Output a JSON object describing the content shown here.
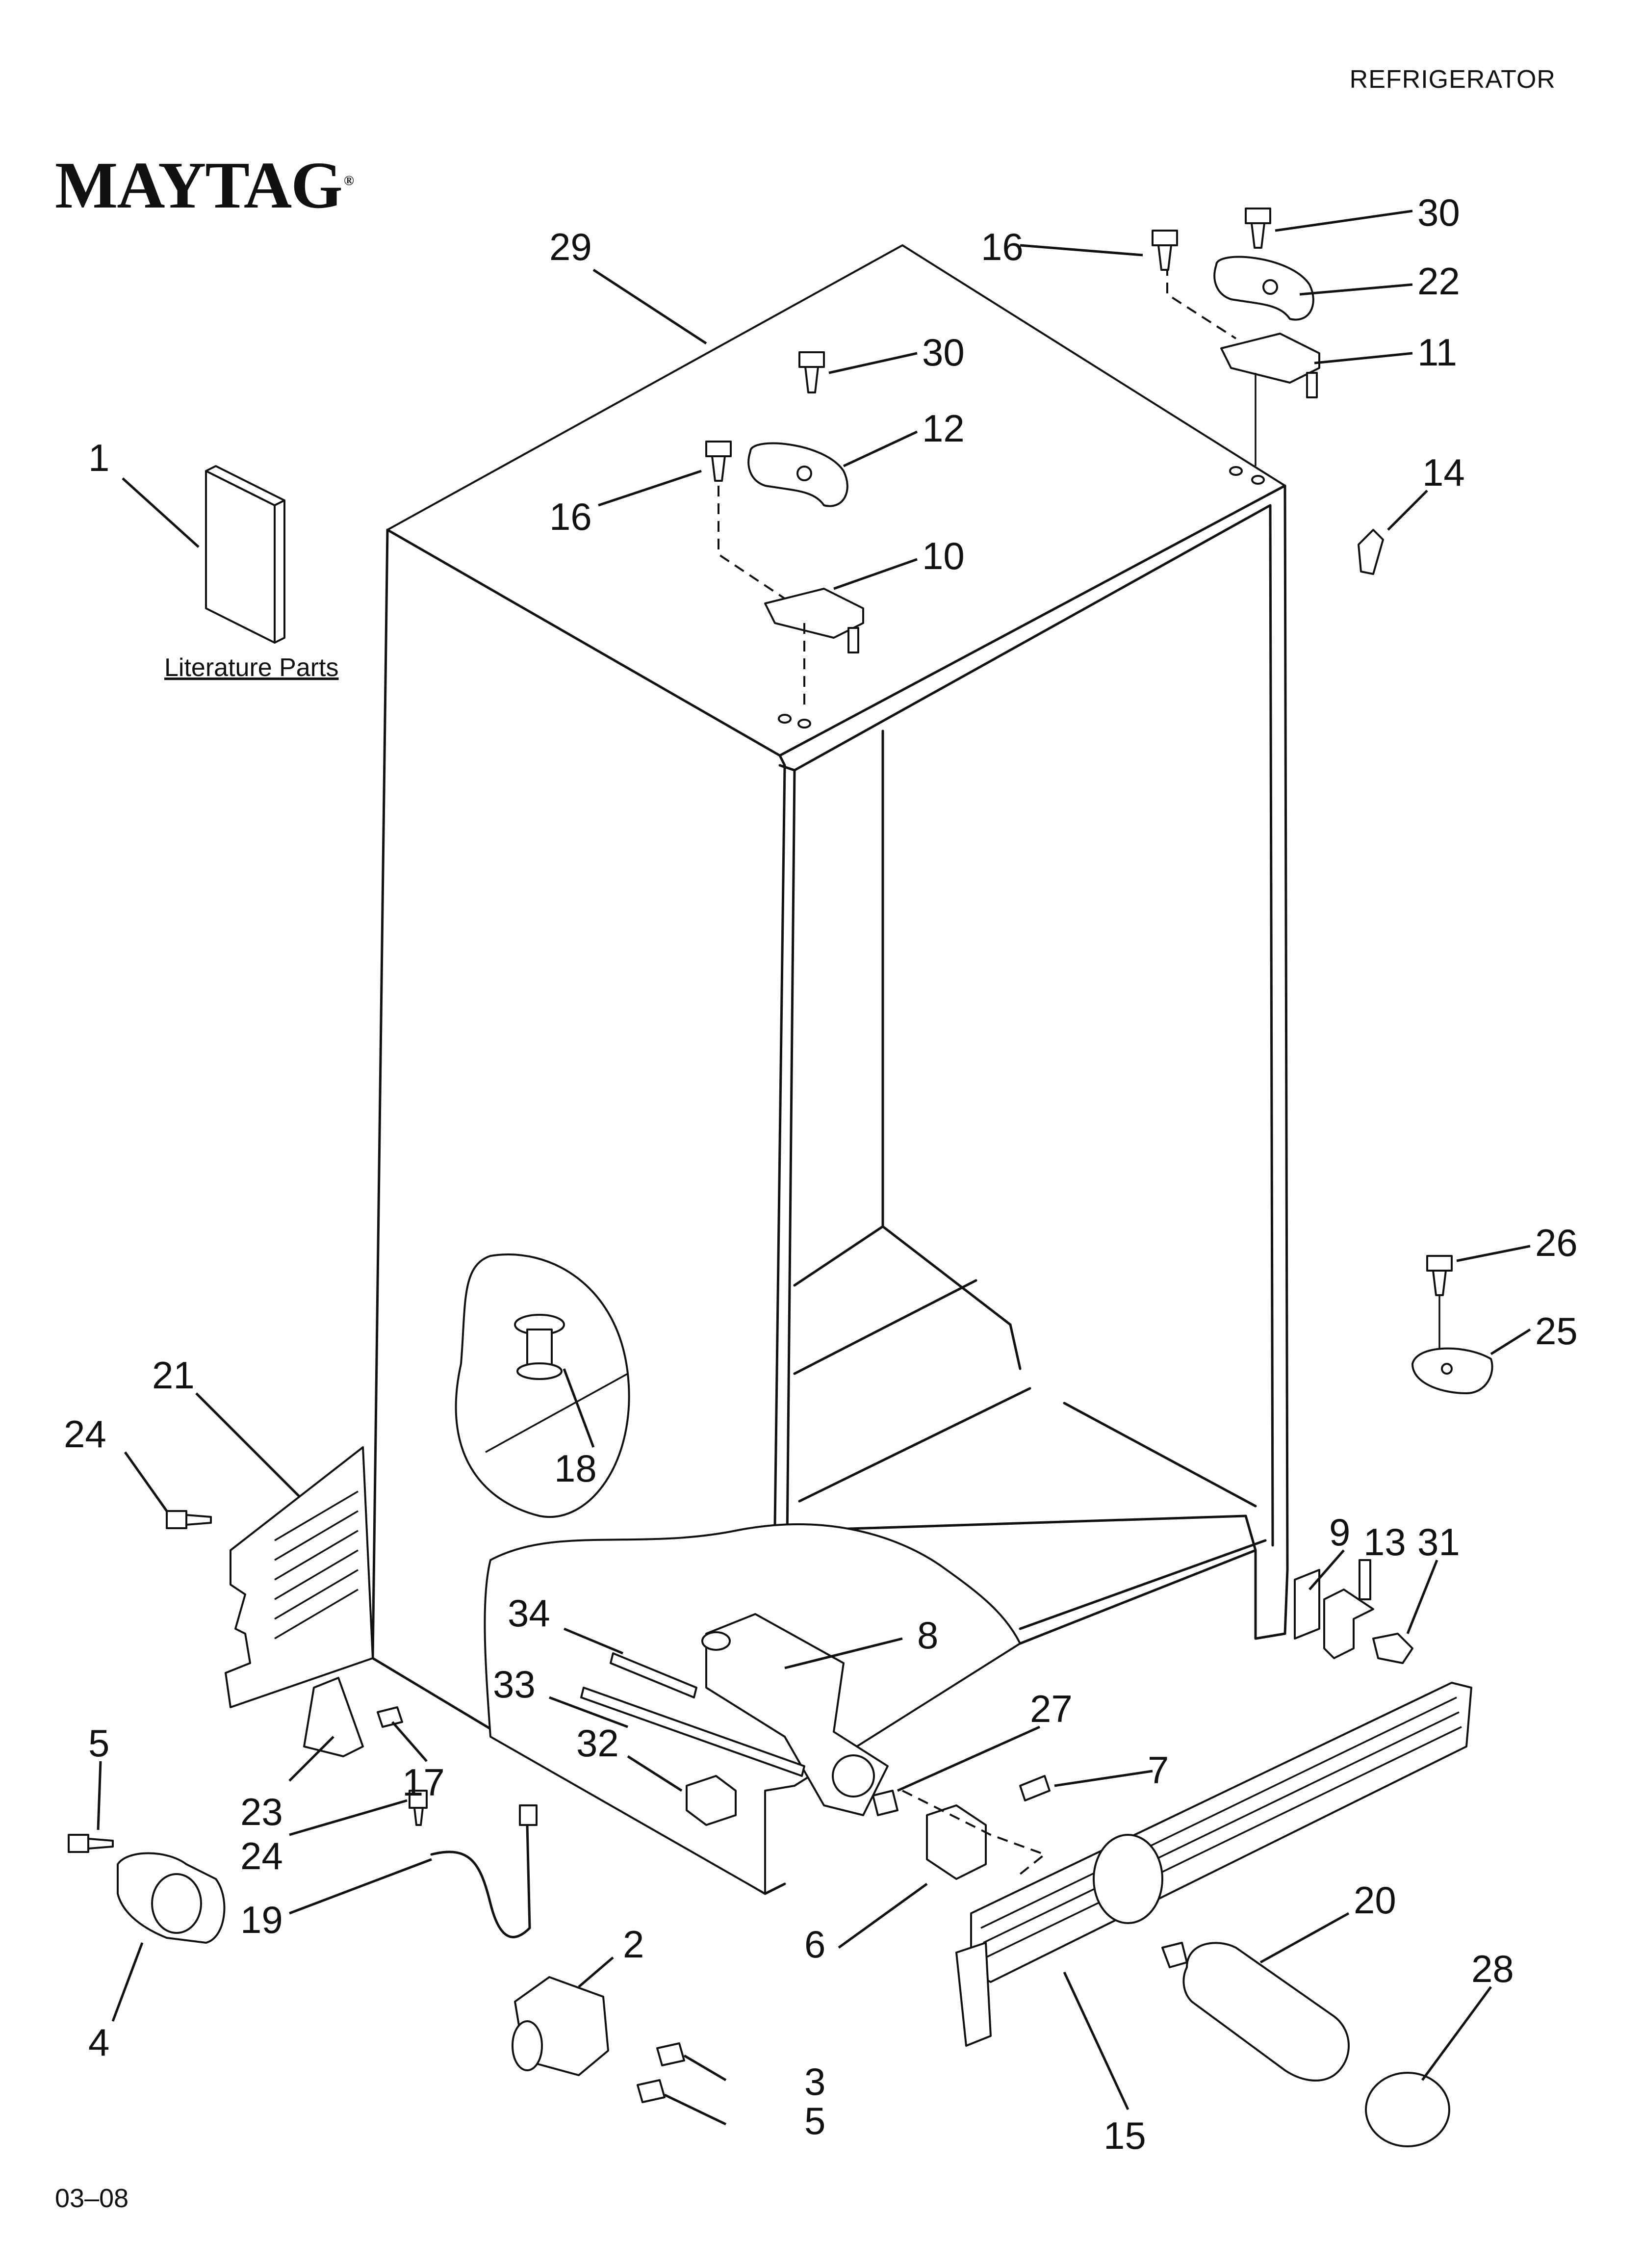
{
  "header": {
    "category": "REFRIGERATOR"
  },
  "brand": {
    "logo_text": "MAYTAG",
    "logo_mark": "®"
  },
  "footer": {
    "date_code": "03–08"
  },
  "literature": {
    "label": "Literature Parts"
  },
  "callouts": {
    "c1": "1",
    "c2": "2",
    "c3": "3",
    "c4": "4",
    "c5a": "5",
    "c5b": "5",
    "c6": "6",
    "c7": "7",
    "c8": "8",
    "c9": "9",
    "c10": "10",
    "c11": "11",
    "c12": "12",
    "c13": "13",
    "c14": "14",
    "c15": "15",
    "c16a": "16",
    "c16b": "16",
    "c17": "17",
    "c18": "18",
    "c19": "19",
    "c20": "20",
    "c21": "21",
    "c22": "22",
    "c23": "23",
    "c24a": "24",
    "c24b": "24",
    "c25": "25",
    "c26": "26",
    "c27": "27",
    "c28": "28",
    "c29": "29",
    "c30a": "30",
    "c30b": "30",
    "c31": "31",
    "c32": "32",
    "c33": "33",
    "c34": "34"
  }
}
